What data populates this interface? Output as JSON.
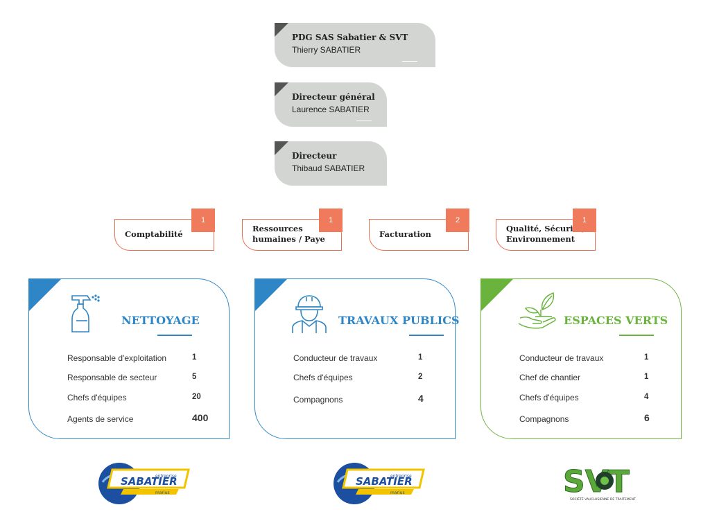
{
  "leadership": [
    {
      "title": "PDG SAS Sabatier & SVT",
      "name": "Thierry SABATIER"
    },
    {
      "title": "Directeur général",
      "name": "Laurence SABATIER"
    },
    {
      "title": "Directeur",
      "name": "Thibaud SABATIER"
    }
  ],
  "departments": [
    {
      "label": "Comptabilité",
      "count": "1"
    },
    {
      "label": "Ressources humaines / Paye",
      "line1": "Ressources",
      "line2": "humaines / Paye",
      "count": "1"
    },
    {
      "label": "Facturation",
      "count": "2"
    },
    {
      "label": "Qualité, Sécurité, Environnement",
      "line1": "Qualité, Sécurité,",
      "line2": "Environnement",
      "count": "1"
    }
  ],
  "divisions": [
    {
      "title": "NETTOYAGE",
      "icon": "spray-bottle-icon",
      "color": "#2e86c6",
      "rows": [
        {
          "label": "Responsable d'exploitation",
          "count": "1"
        },
        {
          "label": "Responsable de secteur",
          "count": "5"
        },
        {
          "label": "Chefs d'équipes",
          "count": "20"
        },
        {
          "label": "Agents de service",
          "count": "400"
        }
      ]
    },
    {
      "title": "TRAVAUX PUBLICS",
      "icon": "construction-worker-icon",
      "color": "#2e86c6",
      "rows": [
        {
          "label": "Conducteur de travaux",
          "count": "1"
        },
        {
          "label": "Chefs d'équipes",
          "count": "2"
        },
        {
          "label": "Compagnons",
          "count": "4"
        }
      ]
    },
    {
      "title": "ESPACES VERTS",
      "icon": "hand-plant-icon",
      "color": "#6ab43e",
      "rows": [
        {
          "label": "Conducteur de travaux",
          "count": "1"
        },
        {
          "label": "Chef de chantier",
          "count": "1"
        },
        {
          "label": "Chefs d'équipes",
          "count": "4"
        },
        {
          "label": "Compagnons",
          "count": "6"
        }
      ]
    }
  ],
  "logos": [
    {
      "name": "sabatier-logo",
      "small": "entreprise",
      "main": "SABATIER",
      "sub": "marius"
    },
    {
      "name": "sabatier-logo",
      "small": "entreprise",
      "main": "SABATIER",
      "sub": "marius"
    },
    {
      "name": "svt-logo",
      "main": "SVT",
      "sub": "SOCIÉTÉ VAUCLUSIENNE DE TRAITEMENT"
    }
  ]
}
